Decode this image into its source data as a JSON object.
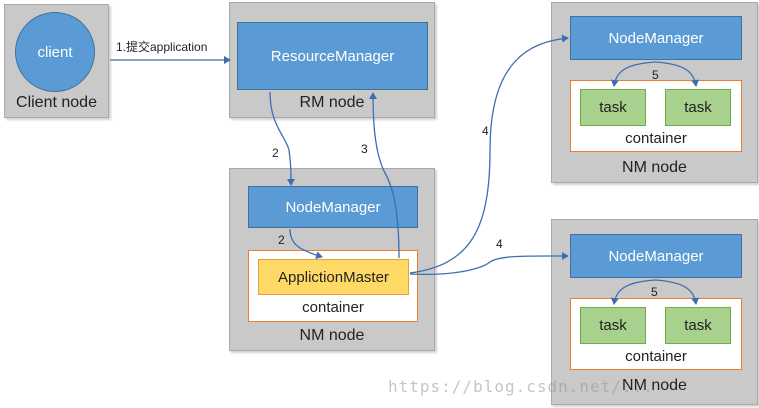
{
  "client_node": {
    "circle_label": "client",
    "node_label": "Client node"
  },
  "rm_node": {
    "manager_label": "ResourceManager",
    "node_label": "RM node"
  },
  "center_nm": {
    "manager_label": "NodeManager",
    "app_master_label": "ApplictionMaster",
    "container_label": "container",
    "node_label": "NM node"
  },
  "top_nm": {
    "manager_label": "NodeManager",
    "task1_label": "task",
    "task2_label": "task",
    "container_label": "container",
    "node_label": "NM node"
  },
  "bottom_nm": {
    "manager_label": "NodeManager",
    "task1_label": "task",
    "task2_label": "task",
    "container_label": "container",
    "node_label": "NM node"
  },
  "edges": {
    "submit": "1.提交application",
    "rm_to_nm": "2",
    "nm_to_am": "2",
    "am_to_rm": "3",
    "am_to_top": "4",
    "am_to_bottom": "4",
    "top_tasks": "5",
    "bottom_tasks": "5"
  },
  "watermark": "https://blog.csdn.net/..."
}
